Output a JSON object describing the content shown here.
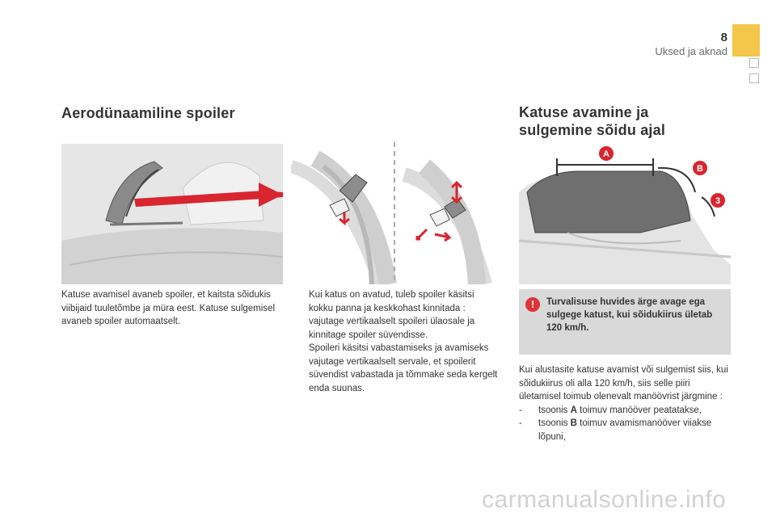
{
  "header": {
    "page_number": "8",
    "section_title": "Uksed ja aknad"
  },
  "left": {
    "heading": "Aerodünaamiline spoiler",
    "paragraph": "Katuse avamisel avaneb spoiler, et kaitsta sõidukis viibijaid tuuletõmbe ja müra eest. Katuse sulgemisel avaneb spoiler automaatselt."
  },
  "middle": {
    "bullets": [
      {
        "marker": "",
        "text": "Kui katus on avatud, tuleb spoiler käsitsi kokku panna ja keskkohast kinnitada : vajutage vertikaalselt spoileri ülaosale ja kinnitage spoiler süvendisse."
      },
      {
        "marker": "",
        "text": "Spoileri käsitsi vabastamiseks ja avamiseks vajutage vertikaalselt servale, et spoilerit süvendist vabastada ja tõmmake seda kergelt enda suunas."
      }
    ]
  },
  "right": {
    "heading_line1": "Katuse avamine ja",
    "heading_line2": "sulgemine sõidu ajal",
    "warning": {
      "icon": "!",
      "text": "Turvalisuse huvides ärge avage ega sulgege katust, kui sõidukiirus ületab 120 km/h."
    },
    "intro": "Kui alustasite katuse avamist või sulgemist siis, kui sõidukiirus oli alla 120 km/h, siis selle piiri ületamisel toimub olenevalt manöövrist järgmine :",
    "items": [
      {
        "dash": "-",
        "prefix": "tsoonis ",
        "letter": "A",
        "suffix": " toimuv manööver peatatakse,"
      },
      {
        "dash": "-",
        "prefix": "tsoonis ",
        "letter": "B",
        "suffix": " toimuv avamismanööver viiakse lõpuni,"
      }
    ],
    "figure_labels": {
      "a": "A",
      "b": "B",
      "c": "3"
    }
  },
  "watermark": "carmanualsonline.info",
  "colors": {
    "accent": "#f4c64a",
    "warning": "#e03238",
    "arrow": "#d9252f"
  }
}
